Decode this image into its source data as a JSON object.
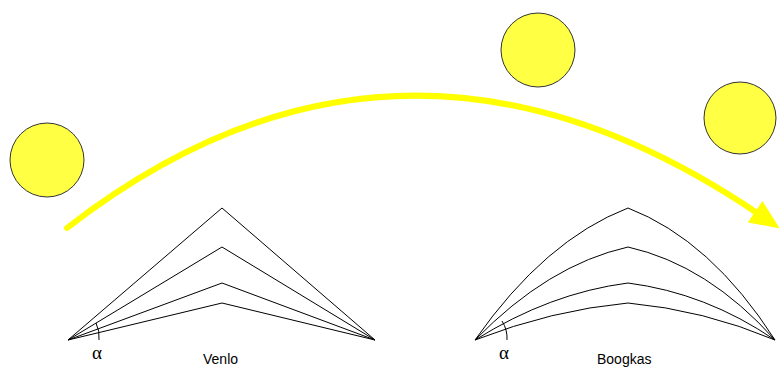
{
  "diagram": {
    "labels": [
      "α",
      "Venlo",
      "α",
      "Boogkas"
    ]
  }
}
